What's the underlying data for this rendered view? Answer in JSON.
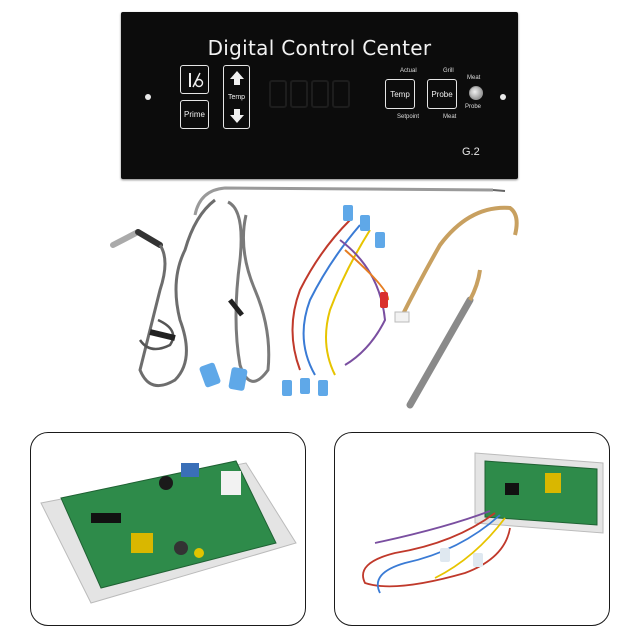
{
  "panel": {
    "title": "Digital Control Center",
    "power_label": "I/O",
    "prime_label": "Prime",
    "temp_label": "Temp",
    "temp_button_label": "Temp",
    "probe_button_label": "Probe",
    "actual_label": "Actual",
    "grill_label": "Grill",
    "setpoint_label": "Setpoint",
    "meat_label_bottom": "Meat",
    "meat_label_side": "Meat",
    "probe_label_side": "Probe",
    "model": "G.2"
  },
  "colors": {
    "panel": "#0c0c0c",
    "pcb": "#2e8b4a",
    "wire_red": "#c0392b",
    "wire_blue": "#3a7bd5",
    "wire_yellow": "#e7c400",
    "connector_blue": "#5fa8e8"
  },
  "photos": [
    {
      "name": "control-board-front"
    },
    {
      "name": "control-board-wired"
    }
  ]
}
